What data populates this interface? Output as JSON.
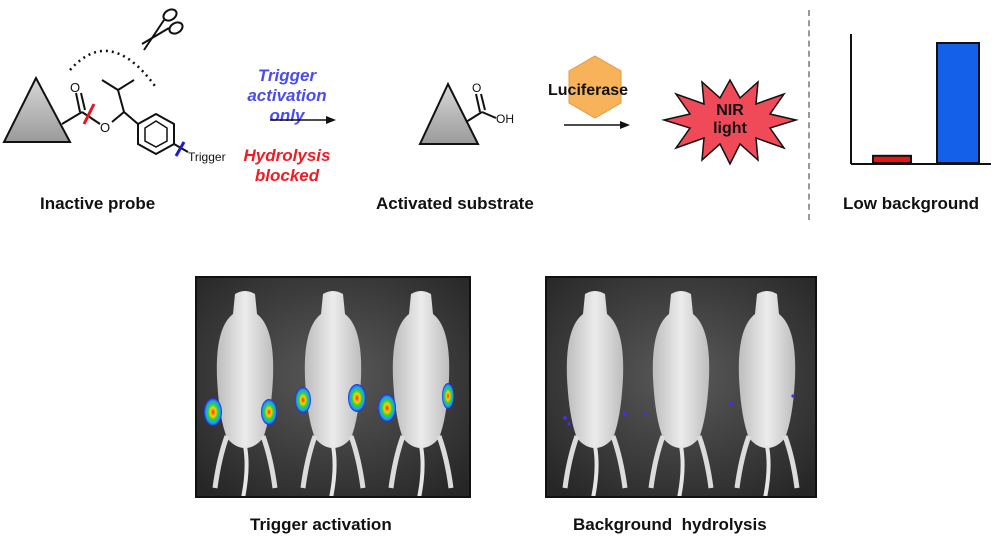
{
  "labels": {
    "inactive_probe": "Inactive probe",
    "activated_substrate": "Activated substrate",
    "low_background": "Low background",
    "trigger_activation": "Trigger activation",
    "background_hydrolysis": "Background  hydrolysis"
  },
  "arrow1": {
    "top_line1": "Trigger activation",
    "top_line2": "only",
    "bottom_line1": "Hydrolysis",
    "bottom_line2": "blocked"
  },
  "enzyme": {
    "name": "Luciferase"
  },
  "emission": {
    "line1": "NIR",
    "line2": "light"
  },
  "chem": {
    "oh": "OH",
    "trigger": "Trigger"
  },
  "bar_chart": {
    "type": "bar",
    "values": [
      0.06,
      1.0
    ],
    "colors": [
      "#e8141c",
      "#1460e8"
    ]
  },
  "colors": {
    "trigger_text": "#4b4bf0",
    "blocked_text": "#ee1c24",
    "burst_fill": "#f04a58",
    "luciferase": "#f7b25a"
  }
}
